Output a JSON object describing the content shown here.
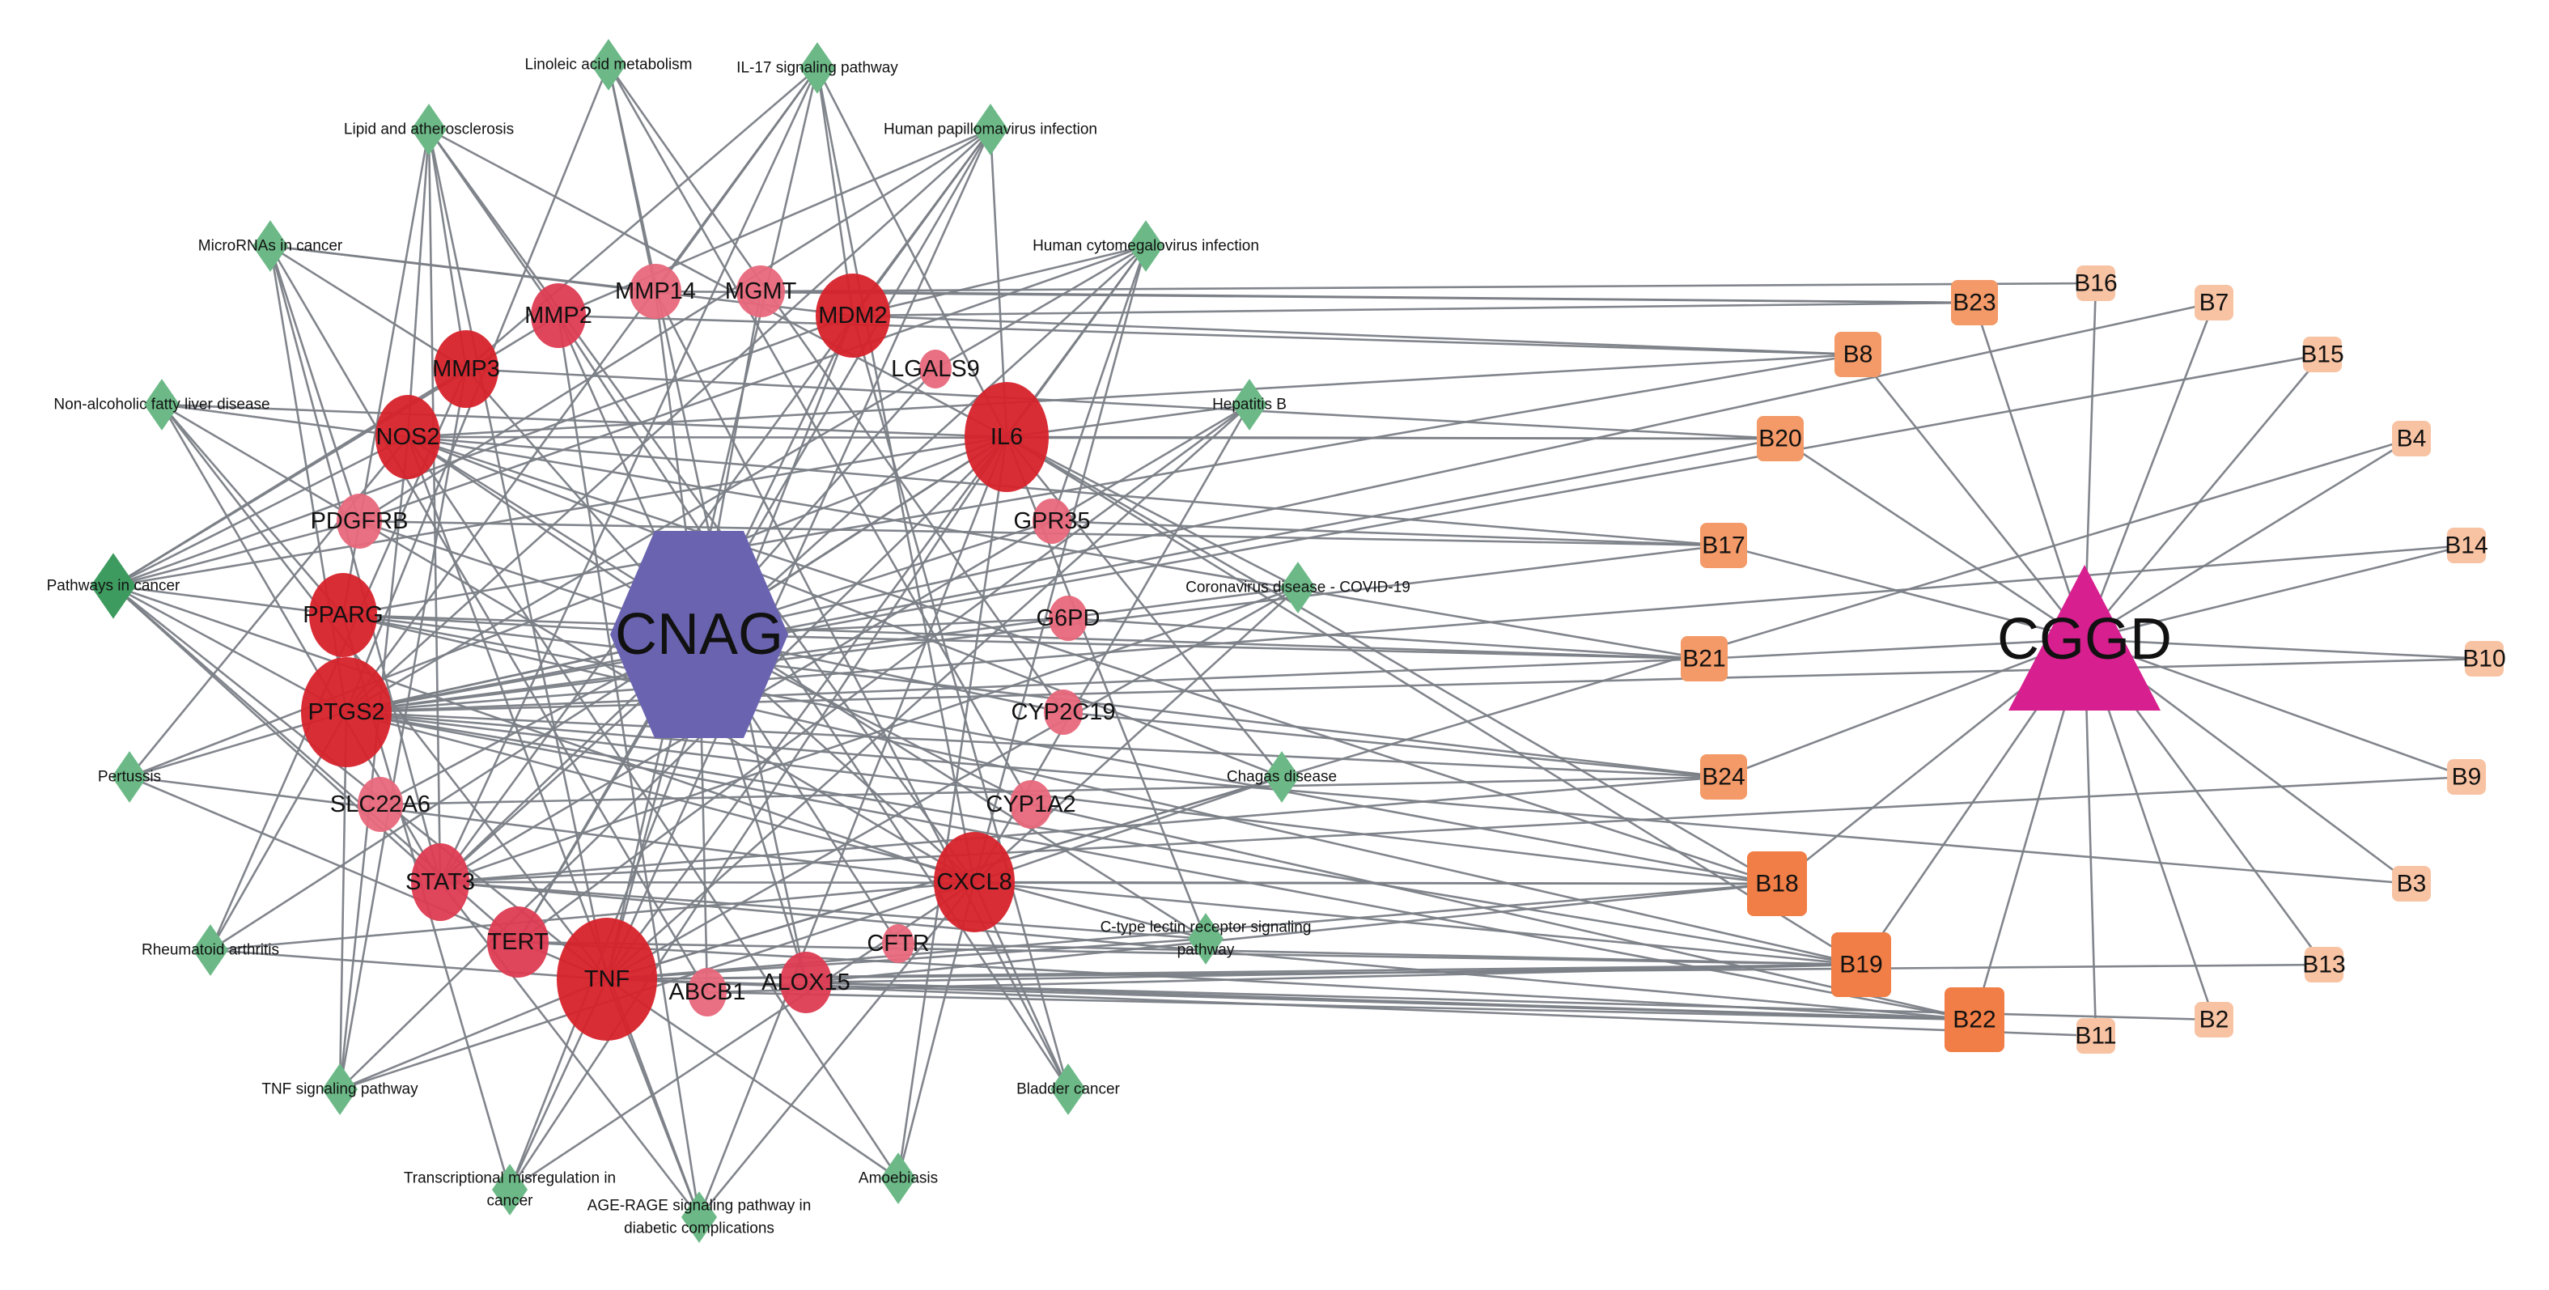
{
  "title": "Compound–target–pathway network",
  "colors": {
    "edge": "#7b7f86",
    "cnag_hub": "#6a64b0",
    "cggd_hub": "#d81f8f",
    "pathway_light": "#6cb987",
    "pathway_dark": "#3e9b5f",
    "gene_high": "#d7222b",
    "gene_mid": "#dd3b52",
    "gene_low": "#e8677b",
    "b_high": "#f07e46",
    "b_mid": "#f39a68",
    "b_low": "#f8c3a3"
  },
  "hubs": [
    {
      "id": "CNAG",
      "label": "CNAG",
      "shape": "hexagon",
      "color": "cnag_hub"
    },
    {
      "id": "CGGD",
      "label": "CGGD",
      "shape": "triangle",
      "color": "cggd_hub"
    }
  ],
  "genes": [
    {
      "id": "MMP14",
      "label": "MMP14",
      "tier": "low"
    },
    {
      "id": "MGMT",
      "label": "MGMT",
      "tier": "low"
    },
    {
      "id": "MMP2",
      "label": "MMP2",
      "tier": "mid"
    },
    {
      "id": "MDM2",
      "label": "MDM2",
      "tier": "high"
    },
    {
      "id": "MMP3",
      "label": "MMP3",
      "tier": "high"
    },
    {
      "id": "LGALS9",
      "label": "LGALS9",
      "tier": "low"
    },
    {
      "id": "NOS2",
      "label": "NOS2",
      "tier": "high"
    },
    {
      "id": "IL6",
      "label": "IL6",
      "tier": "high"
    },
    {
      "id": "PDGFRB",
      "label": "PDGFRB",
      "tier": "low"
    },
    {
      "id": "GPR35",
      "label": "GPR35",
      "tier": "low"
    },
    {
      "id": "PPARG",
      "label": "PPARG",
      "tier": "high"
    },
    {
      "id": "G6PD",
      "label": "G6PD",
      "tier": "low"
    },
    {
      "id": "PTGS2",
      "label": "PTGS2",
      "tier": "high"
    },
    {
      "id": "CYP2C19",
      "label": "CYP2C19",
      "tier": "low"
    },
    {
      "id": "SLC22A6",
      "label": "SLC22A6",
      "tier": "low"
    },
    {
      "id": "CYP1A2",
      "label": "CYP1A2",
      "tier": "low"
    },
    {
      "id": "STAT3",
      "label": "STAT3",
      "tier": "mid"
    },
    {
      "id": "CXCL8",
      "label": "CXCL8",
      "tier": "high"
    },
    {
      "id": "TERT",
      "label": "TERT",
      "tier": "mid"
    },
    {
      "id": "CFTR",
      "label": "CFTR",
      "tier": "low"
    },
    {
      "id": "TNF",
      "label": "TNF",
      "tier": "high"
    },
    {
      "id": "ABCB1",
      "label": "ABCB1",
      "tier": "low"
    },
    {
      "id": "ALOX15",
      "label": "ALOX15",
      "tier": "mid"
    }
  ],
  "pathways": [
    {
      "id": "linoleic",
      "label": [
        "Linoleic acid metabolism"
      ],
      "tone": "light"
    },
    {
      "id": "il17",
      "label": [
        "IL-17 signaling pathway"
      ],
      "tone": "light"
    },
    {
      "id": "lipid",
      "label": [
        "Lipid and atherosclerosis"
      ],
      "tone": "light"
    },
    {
      "id": "hpv",
      "label": [
        "Human papillomavirus infection"
      ],
      "tone": "light"
    },
    {
      "id": "mirna",
      "label": [
        "MicroRNAs in cancer"
      ],
      "tone": "light"
    },
    {
      "id": "hcmv",
      "label": [
        "Human cytomegalovirus infection"
      ],
      "tone": "light"
    },
    {
      "id": "nafld",
      "label": [
        "Non-alcoholic fatty liver disease"
      ],
      "tone": "light"
    },
    {
      "id": "hepb",
      "label": [
        "Hepatitis B"
      ],
      "tone": "light"
    },
    {
      "id": "cancer",
      "label": [
        "Pathways in cancer"
      ],
      "tone": "dark"
    },
    {
      "id": "covid",
      "label": [
        "Coronavirus disease - COVID-19"
      ],
      "tone": "light"
    },
    {
      "id": "pertussis",
      "label": [
        "Pertussis"
      ],
      "tone": "light"
    },
    {
      "id": "chagas",
      "label": [
        "Chagas disease"
      ],
      "tone": "light"
    },
    {
      "id": "ra",
      "label": [
        "Rheumatoid arthritis"
      ],
      "tone": "light"
    },
    {
      "id": "ctype",
      "label": [
        "C-type lectin receptor signaling",
        "pathway"
      ],
      "tone": "light"
    },
    {
      "id": "tnfsig",
      "label": [
        "TNF signaling pathway"
      ],
      "tone": "light"
    },
    {
      "id": "bladder",
      "label": [
        "Bladder cancer"
      ],
      "tone": "light"
    },
    {
      "id": "transcr",
      "label": [
        "Transcriptional misregulation in",
        "cancer"
      ],
      "tone": "light"
    },
    {
      "id": "amoeb",
      "label": [
        "Amoebiasis"
      ],
      "tone": "light"
    },
    {
      "id": "agerage",
      "label": [
        "AGE-RAGE signaling pathway in",
        "diabetic complications"
      ],
      "tone": "light"
    }
  ],
  "compounds": [
    {
      "id": "B23",
      "label": "B23",
      "tier": "mid"
    },
    {
      "id": "B16",
      "label": "B16",
      "tier": "low"
    },
    {
      "id": "B7",
      "label": "B7",
      "tier": "low"
    },
    {
      "id": "B8",
      "label": "B8",
      "tier": "mid"
    },
    {
      "id": "B15",
      "label": "B15",
      "tier": "low"
    },
    {
      "id": "B20",
      "label": "B20",
      "tier": "mid"
    },
    {
      "id": "B4",
      "label": "B4",
      "tier": "low"
    },
    {
      "id": "B17",
      "label": "B17",
      "tier": "mid"
    },
    {
      "id": "B14",
      "label": "B14",
      "tier": "low"
    },
    {
      "id": "B21",
      "label": "B21",
      "tier": "mid"
    },
    {
      "id": "B10",
      "label": "B10",
      "tier": "low"
    },
    {
      "id": "B24",
      "label": "B24",
      "tier": "mid"
    },
    {
      "id": "B9",
      "label": "B9",
      "tier": "low"
    },
    {
      "id": "B18",
      "label": "B18",
      "tier": "high"
    },
    {
      "id": "B3",
      "label": "B3",
      "tier": "low"
    },
    {
      "id": "B19",
      "label": "B19",
      "tier": "high"
    },
    {
      "id": "B13",
      "label": "B13",
      "tier": "low"
    },
    {
      "id": "B22",
      "label": "B22",
      "tier": "high"
    },
    {
      "id": "B2",
      "label": "B2",
      "tier": "low"
    },
    {
      "id": "B11",
      "label": "B11",
      "tier": "low"
    }
  ],
  "edges": [
    [
      "CNAG",
      "MMP14"
    ],
    [
      "CNAG",
      "MGMT"
    ],
    [
      "CNAG",
      "MMP2"
    ],
    [
      "CNAG",
      "MDM2"
    ],
    [
      "CNAG",
      "MMP3"
    ],
    [
      "CNAG",
      "LGALS9"
    ],
    [
      "CNAG",
      "NOS2"
    ],
    [
      "CNAG",
      "IL6"
    ],
    [
      "CNAG",
      "PDGFRB"
    ],
    [
      "CNAG",
      "GPR35"
    ],
    [
      "CNAG",
      "PPARG"
    ],
    [
      "CNAG",
      "G6PD"
    ],
    [
      "CNAG",
      "PTGS2"
    ],
    [
      "CNAG",
      "CYP2C19"
    ],
    [
      "CNAG",
      "SLC22A6"
    ],
    [
      "CNAG",
      "CYP1A2"
    ],
    [
      "CNAG",
      "STAT3"
    ],
    [
      "CNAG",
      "CXCL8"
    ],
    [
      "CNAG",
      "TERT"
    ],
    [
      "CNAG",
      "CFTR"
    ],
    [
      "CNAG",
      "TNF"
    ],
    [
      "CNAG",
      "ABCB1"
    ],
    [
      "CNAG",
      "ALOX15"
    ],
    [
      "CGGD",
      "B23"
    ],
    [
      "CGGD",
      "B16"
    ],
    [
      "CGGD",
      "B7"
    ],
    [
      "CGGD",
      "B8"
    ],
    [
      "CGGD",
      "B15"
    ],
    [
      "CGGD",
      "B20"
    ],
    [
      "CGGD",
      "B4"
    ],
    [
      "CGGD",
      "B17"
    ],
    [
      "CGGD",
      "B14"
    ],
    [
      "CGGD",
      "B21"
    ],
    [
      "CGGD",
      "B10"
    ],
    [
      "CGGD",
      "B24"
    ],
    [
      "CGGD",
      "B9"
    ],
    [
      "CGGD",
      "B18"
    ],
    [
      "CGGD",
      "B3"
    ],
    [
      "CGGD",
      "B19"
    ],
    [
      "CGGD",
      "B13"
    ],
    [
      "CGGD",
      "B22"
    ],
    [
      "CGGD",
      "B2"
    ],
    [
      "CGGD",
      "B11"
    ],
    [
      "linoleic",
      "MMP14"
    ],
    [
      "linoleic",
      "ALOX15"
    ],
    [
      "linoleic",
      "CYP1A2"
    ],
    [
      "linoleic",
      "CYP2C19"
    ],
    [
      "linoleic",
      "PTGS2"
    ],
    [
      "il17",
      "MMP3"
    ],
    [
      "il17",
      "MMP14"
    ],
    [
      "il17",
      "MDM2"
    ],
    [
      "il17",
      "IL6"
    ],
    [
      "il17",
      "TNF"
    ],
    [
      "il17",
      "CXCL8"
    ],
    [
      "il17",
      "PTGS2"
    ],
    [
      "il17",
      "STAT3"
    ],
    [
      "lipid",
      "MMP3"
    ],
    [
      "lipid",
      "NOS2"
    ],
    [
      "lipid",
      "PPARG"
    ],
    [
      "lipid",
      "TNF"
    ],
    [
      "lipid",
      "IL6"
    ],
    [
      "lipid",
      "CXCL8"
    ],
    [
      "lipid",
      "STAT3"
    ],
    [
      "lipid",
      "MMP2"
    ],
    [
      "hpv",
      "MDM2"
    ],
    [
      "hpv",
      "IL6"
    ],
    [
      "hpv",
      "PTGS2"
    ],
    [
      "hpv",
      "TNF"
    ],
    [
      "hpv",
      "STAT3"
    ],
    [
      "hpv",
      "PDGFRB"
    ],
    [
      "hpv",
      "TERT"
    ],
    [
      "hpv",
      "MMP2"
    ],
    [
      "mirna",
      "MDM2"
    ],
    [
      "mirna",
      "MMP3"
    ],
    [
      "mirna",
      "STAT3"
    ],
    [
      "mirna",
      "PTGS2"
    ],
    [
      "mirna",
      "MMP14"
    ],
    [
      "mirna",
      "PDGFRB"
    ],
    [
      "mirna",
      "ABCB1"
    ],
    [
      "hcmv",
      "IL6"
    ],
    [
      "hcmv",
      "PTGS2"
    ],
    [
      "hcmv",
      "MDM2"
    ],
    [
      "hcmv",
      "STAT3"
    ],
    [
      "hcmv",
      "TNF"
    ],
    [
      "hcmv",
      "CXCL8"
    ],
    [
      "hcmv",
      "PDGFRB"
    ],
    [
      "hcmv",
      "GPR35"
    ],
    [
      "nafld",
      "IL6"
    ],
    [
      "nafld",
      "TNF"
    ],
    [
      "nafld",
      "CXCL8"
    ],
    [
      "nafld",
      "NOS2"
    ],
    [
      "nafld",
      "STAT3"
    ],
    [
      "nafld",
      "PPARG"
    ],
    [
      "hepb",
      "IL6"
    ],
    [
      "hepb",
      "STAT3"
    ],
    [
      "hepb",
      "TNF"
    ],
    [
      "hepb",
      "CXCL8"
    ],
    [
      "hepb",
      "TERT"
    ],
    [
      "cancer",
      "MMP2"
    ],
    [
      "cancer",
      "MDM2"
    ],
    [
      "cancer",
      "IL6"
    ],
    [
      "cancer",
      "NOS2"
    ],
    [
      "cancer",
      "PDGFRB"
    ],
    [
      "cancer",
      "PPARG"
    ],
    [
      "cancer",
      "PTGS2"
    ],
    [
      "cancer",
      "STAT3"
    ],
    [
      "cancer",
      "CXCL8"
    ],
    [
      "cancer",
      "TERT"
    ],
    [
      "cancer",
      "MMP3"
    ],
    [
      "cancer",
      "TNF"
    ],
    [
      "covid",
      "IL6"
    ],
    [
      "covid",
      "TNF"
    ],
    [
      "covid",
      "CXCL8"
    ],
    [
      "covid",
      "STAT3"
    ],
    [
      "covid",
      "PTGS2"
    ],
    [
      "pertussis",
      "IL6"
    ],
    [
      "pertussis",
      "TNF"
    ],
    [
      "pertussis",
      "CXCL8"
    ],
    [
      "pertussis",
      "NOS2"
    ],
    [
      "pertussis",
      "PTGS2"
    ],
    [
      "chagas",
      "IL6"
    ],
    [
      "chagas",
      "TNF"
    ],
    [
      "chagas",
      "CXCL8"
    ],
    [
      "chagas",
      "NOS2"
    ],
    [
      "ra",
      "IL6"
    ],
    [
      "ra",
      "TNF"
    ],
    [
      "ra",
      "CXCL8"
    ],
    [
      "ra",
      "MMP3"
    ],
    [
      "ra",
      "PTGS2"
    ],
    [
      "ctype",
      "IL6"
    ],
    [
      "ctype",
      "TNF"
    ],
    [
      "ctype",
      "PTGS2"
    ],
    [
      "ctype",
      "STAT3"
    ],
    [
      "ctype",
      "NOS2"
    ],
    [
      "tnfsig",
      "IL6"
    ],
    [
      "tnfsig",
      "TNF"
    ],
    [
      "tnfsig",
      "PTGS2"
    ],
    [
      "tnfsig",
      "MMP3"
    ],
    [
      "tnfsig",
      "NOS2"
    ],
    [
      "tnfsig",
      "CXCL8"
    ],
    [
      "bladder",
      "MMP2"
    ],
    [
      "bladder",
      "MDM2"
    ],
    [
      "bladder",
      "CXCL8"
    ],
    [
      "bladder",
      "MMP14"
    ],
    [
      "transcr",
      "MDM2"
    ],
    [
      "transcr",
      "IL6"
    ],
    [
      "transcr",
      "CXCL8"
    ],
    [
      "transcr",
      "PPARG"
    ],
    [
      "transcr",
      "TNF"
    ],
    [
      "amoeb",
      "IL6"
    ],
    [
      "amoeb",
      "TNF"
    ],
    [
      "amoeb",
      "CXCL8"
    ],
    [
      "amoeb",
      "NOS2"
    ],
    [
      "agerage",
      "IL6"
    ],
    [
      "agerage",
      "TNF"
    ],
    [
      "agerage",
      "CXCL8"
    ],
    [
      "agerage",
      "STAT3"
    ],
    [
      "agerage",
      "NOS2"
    ],
    [
      "agerage",
      "MMP2"
    ],
    [
      "B18",
      "PTGS2"
    ],
    [
      "B18",
      "IL6"
    ],
    [
      "B18",
      "TNF"
    ],
    [
      "B18",
      "PPARG"
    ],
    [
      "B18",
      "NOS2"
    ],
    [
      "B18",
      "STAT3"
    ],
    [
      "B18",
      "CXCL8"
    ],
    [
      "B18",
      "ALOX15"
    ],
    [
      "B19",
      "PTGS2"
    ],
    [
      "B19",
      "TNF"
    ],
    [
      "B19",
      "IL6"
    ],
    [
      "B19",
      "TERT"
    ],
    [
      "B19",
      "ALOX15"
    ],
    [
      "B19",
      "CFTR"
    ],
    [
      "B19",
      "ABCB1"
    ],
    [
      "B19",
      "CXCL8"
    ],
    [
      "B19",
      "PPARG"
    ],
    [
      "B22",
      "TNF"
    ],
    [
      "B22",
      "PTGS2"
    ],
    [
      "B22",
      "ALOX15"
    ],
    [
      "B22",
      "ABCB1"
    ],
    [
      "B22",
      "STAT3"
    ],
    [
      "B22",
      "CYP1A2"
    ],
    [
      "B22",
      "TERT"
    ],
    [
      "B21",
      "PTGS2"
    ],
    [
      "B21",
      "PPARG"
    ],
    [
      "B21",
      "NOS2"
    ],
    [
      "B21",
      "G6PD"
    ],
    [
      "B21",
      "CNAG"
    ],
    [
      "B24",
      "PTGS2"
    ],
    [
      "B24",
      "SLC22A6"
    ],
    [
      "B24",
      "CYP2C19"
    ],
    [
      "B24",
      "STAT3"
    ],
    [
      "B24",
      "PPARG"
    ],
    [
      "B17",
      "NOS2"
    ],
    [
      "B17",
      "PDGFRB"
    ],
    [
      "B17",
      "PTGS2"
    ],
    [
      "B17",
      "GPR35"
    ],
    [
      "B20",
      "IL6"
    ],
    [
      "B20",
      "NOS2"
    ],
    [
      "B20",
      "MMP3"
    ],
    [
      "B20",
      "PTGS2"
    ],
    [
      "B8",
      "MMP2"
    ],
    [
      "B8",
      "MDM2"
    ],
    [
      "B8",
      "NOS2"
    ],
    [
      "B8",
      "PPARG"
    ],
    [
      "B23",
      "MMP14"
    ],
    [
      "B23",
      "MGMT"
    ],
    [
      "B23",
      "MDM2"
    ],
    [
      "B16",
      "MGMT"
    ],
    [
      "B7",
      "PTGS2"
    ],
    [
      "B15",
      "PTGS2"
    ],
    [
      "B4",
      "TNF"
    ],
    [
      "B14",
      "PTGS2"
    ],
    [
      "B10",
      "PTGS2"
    ],
    [
      "B9",
      "STAT3"
    ],
    [
      "B3",
      "PTGS2"
    ],
    [
      "B13",
      "TNF"
    ],
    [
      "B2",
      "ALOX15"
    ],
    [
      "B11",
      "TNF"
    ]
  ]
}
